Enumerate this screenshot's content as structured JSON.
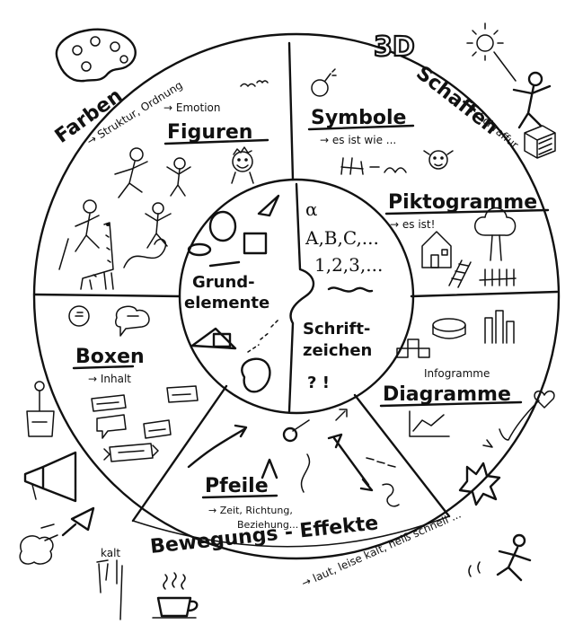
{
  "inner_circle": {
    "grundelemente": [
      "Grund-",
      "elemente"
    ],
    "schriftzeichen": [
      "Schrift-",
      "zeichen"
    ],
    "glyphs": {
      "alpha": "α",
      "letters": "A,B,C,...",
      "numbers": "1,2,3,...",
      "marks": "? !"
    }
  },
  "segments": {
    "figuren": {
      "title": "Figuren",
      "note": "→ Emotion"
    },
    "symbole": {
      "title": "Symbole",
      "note": "→ es ist wie ..."
    },
    "piktogramme": {
      "title": "Piktogramme",
      "note": "→ es ist!"
    },
    "diagramme": {
      "title": "Diagramme",
      "note": "Infogramme"
    },
    "pfeile": {
      "title": "Pfeile",
      "note1": "→ Zeit, Richtung,",
      "note2": "Beziehung..."
    },
    "boxen": {
      "title": "Boxen",
      "note": "→ Inhalt"
    }
  },
  "outer": {
    "farben": {
      "title": "Farben",
      "note": "→ Struktur, Ordnung"
    },
    "schaffen": {
      "title": "Schaffen",
      "note": "+ Schraffur",
      "badge": "3D"
    },
    "bewegung": {
      "title": "Bewegungs - Effekte",
      "note": "→ laut, leise kalt, heiß schnell ..."
    },
    "kalt": "kalt"
  }
}
